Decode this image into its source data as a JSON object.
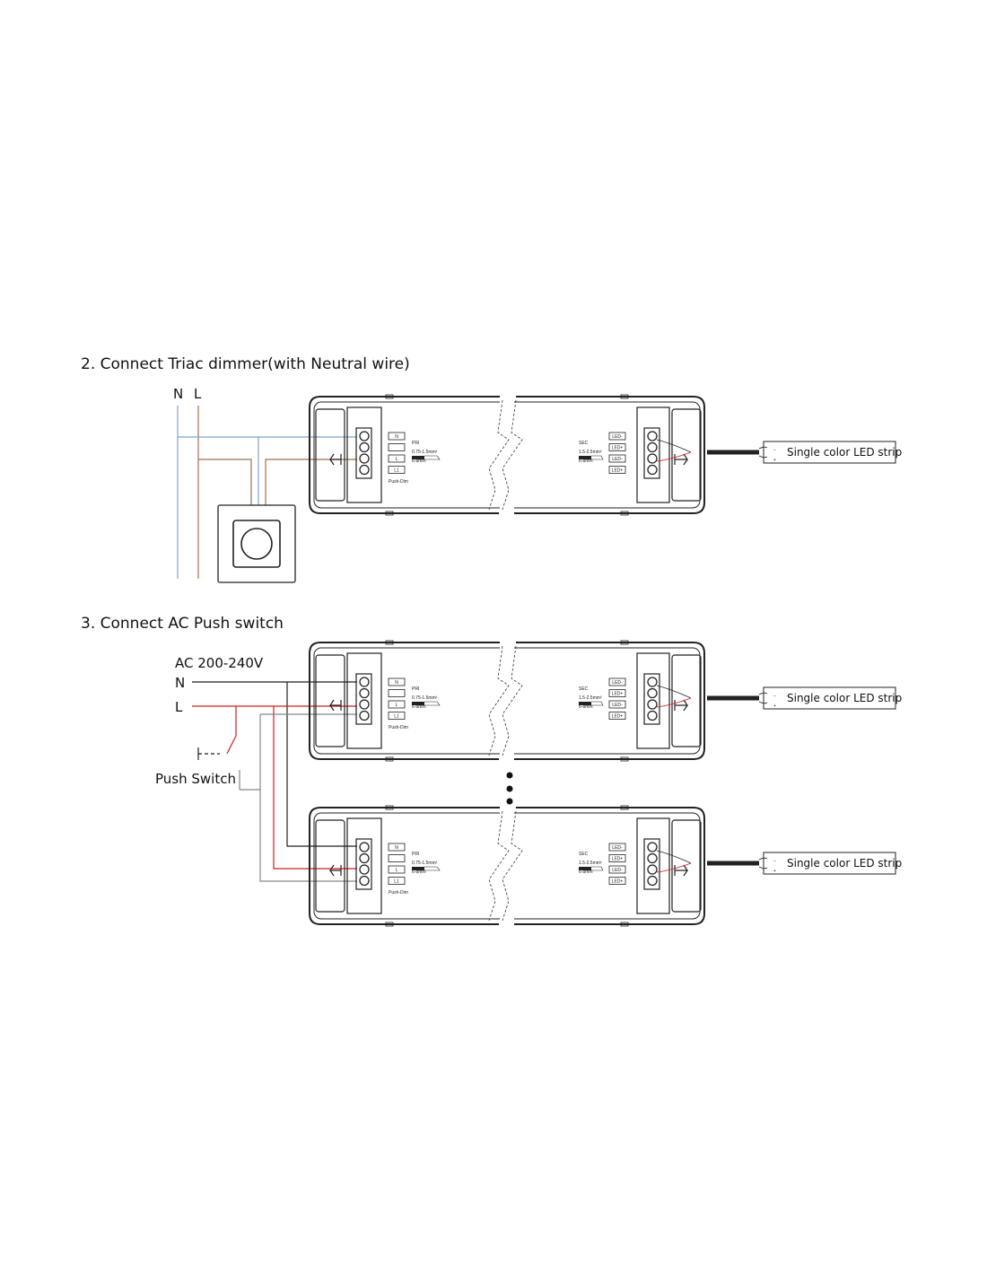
{
  "sections": [
    {
      "title": "2. Connect Triac dimmer(with Neutral wire)"
    },
    {
      "title": "3. Connect AC Push switch"
    }
  ],
  "supply": {
    "n_label": "N",
    "l_label": "L"
  },
  "ac_label": "AC 200-240V",
  "push_switch_label": "Push Switch",
  "strip_label": "Single color LED strip",
  "driver": {
    "input_terminals": [
      "N",
      "",
      "L",
      "L1"
    ],
    "input_spec": [
      "PRI",
      "0.75-1.5mm²",
      "6-8mm"
    ],
    "input_note": "Push-Dim",
    "output_spec": [
      "SEC",
      "1.5-2.5mm²",
      "6-8mm"
    ],
    "output_terminals": [
      "LED-",
      "LED+",
      "LED-",
      "LED+"
    ]
  },
  "colors": {
    "neutral": "#7fa3c8",
    "live_brown": "#a07050",
    "live_red": "#cc2020",
    "wire_dark": "#222222",
    "grey_wire": "#888888"
  }
}
